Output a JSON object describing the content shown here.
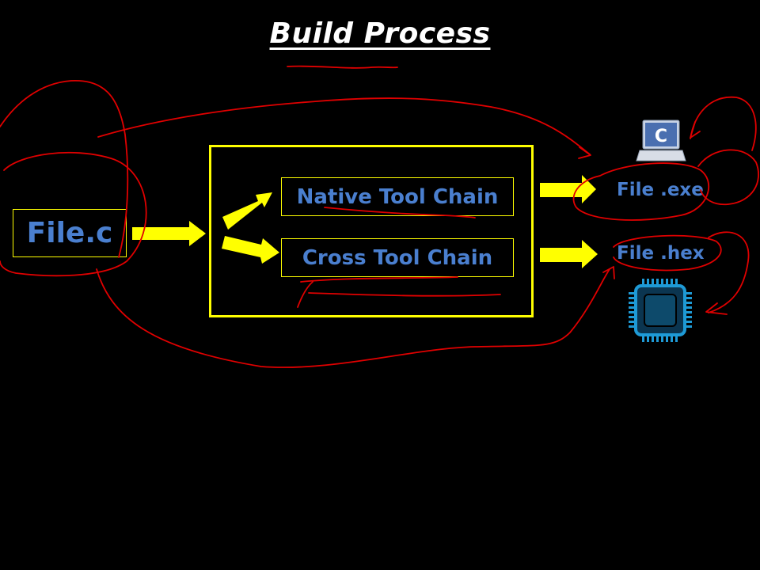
{
  "title": "Build Process",
  "source_file": "File.c",
  "tool_chains": {
    "native": "Native Tool Chain",
    "cross": "Cross Tool Chain"
  },
  "outputs": {
    "exe": "File .exe",
    "hex": "File .hex"
  },
  "icons": {
    "laptop": "laptop-c-icon",
    "chip": "microchip-icon"
  },
  "colors": {
    "background": "#000000",
    "box_border": "#ffff00",
    "arrow": "#ffff00",
    "text": "#4a7fcf",
    "annotation": "#e00000"
  }
}
